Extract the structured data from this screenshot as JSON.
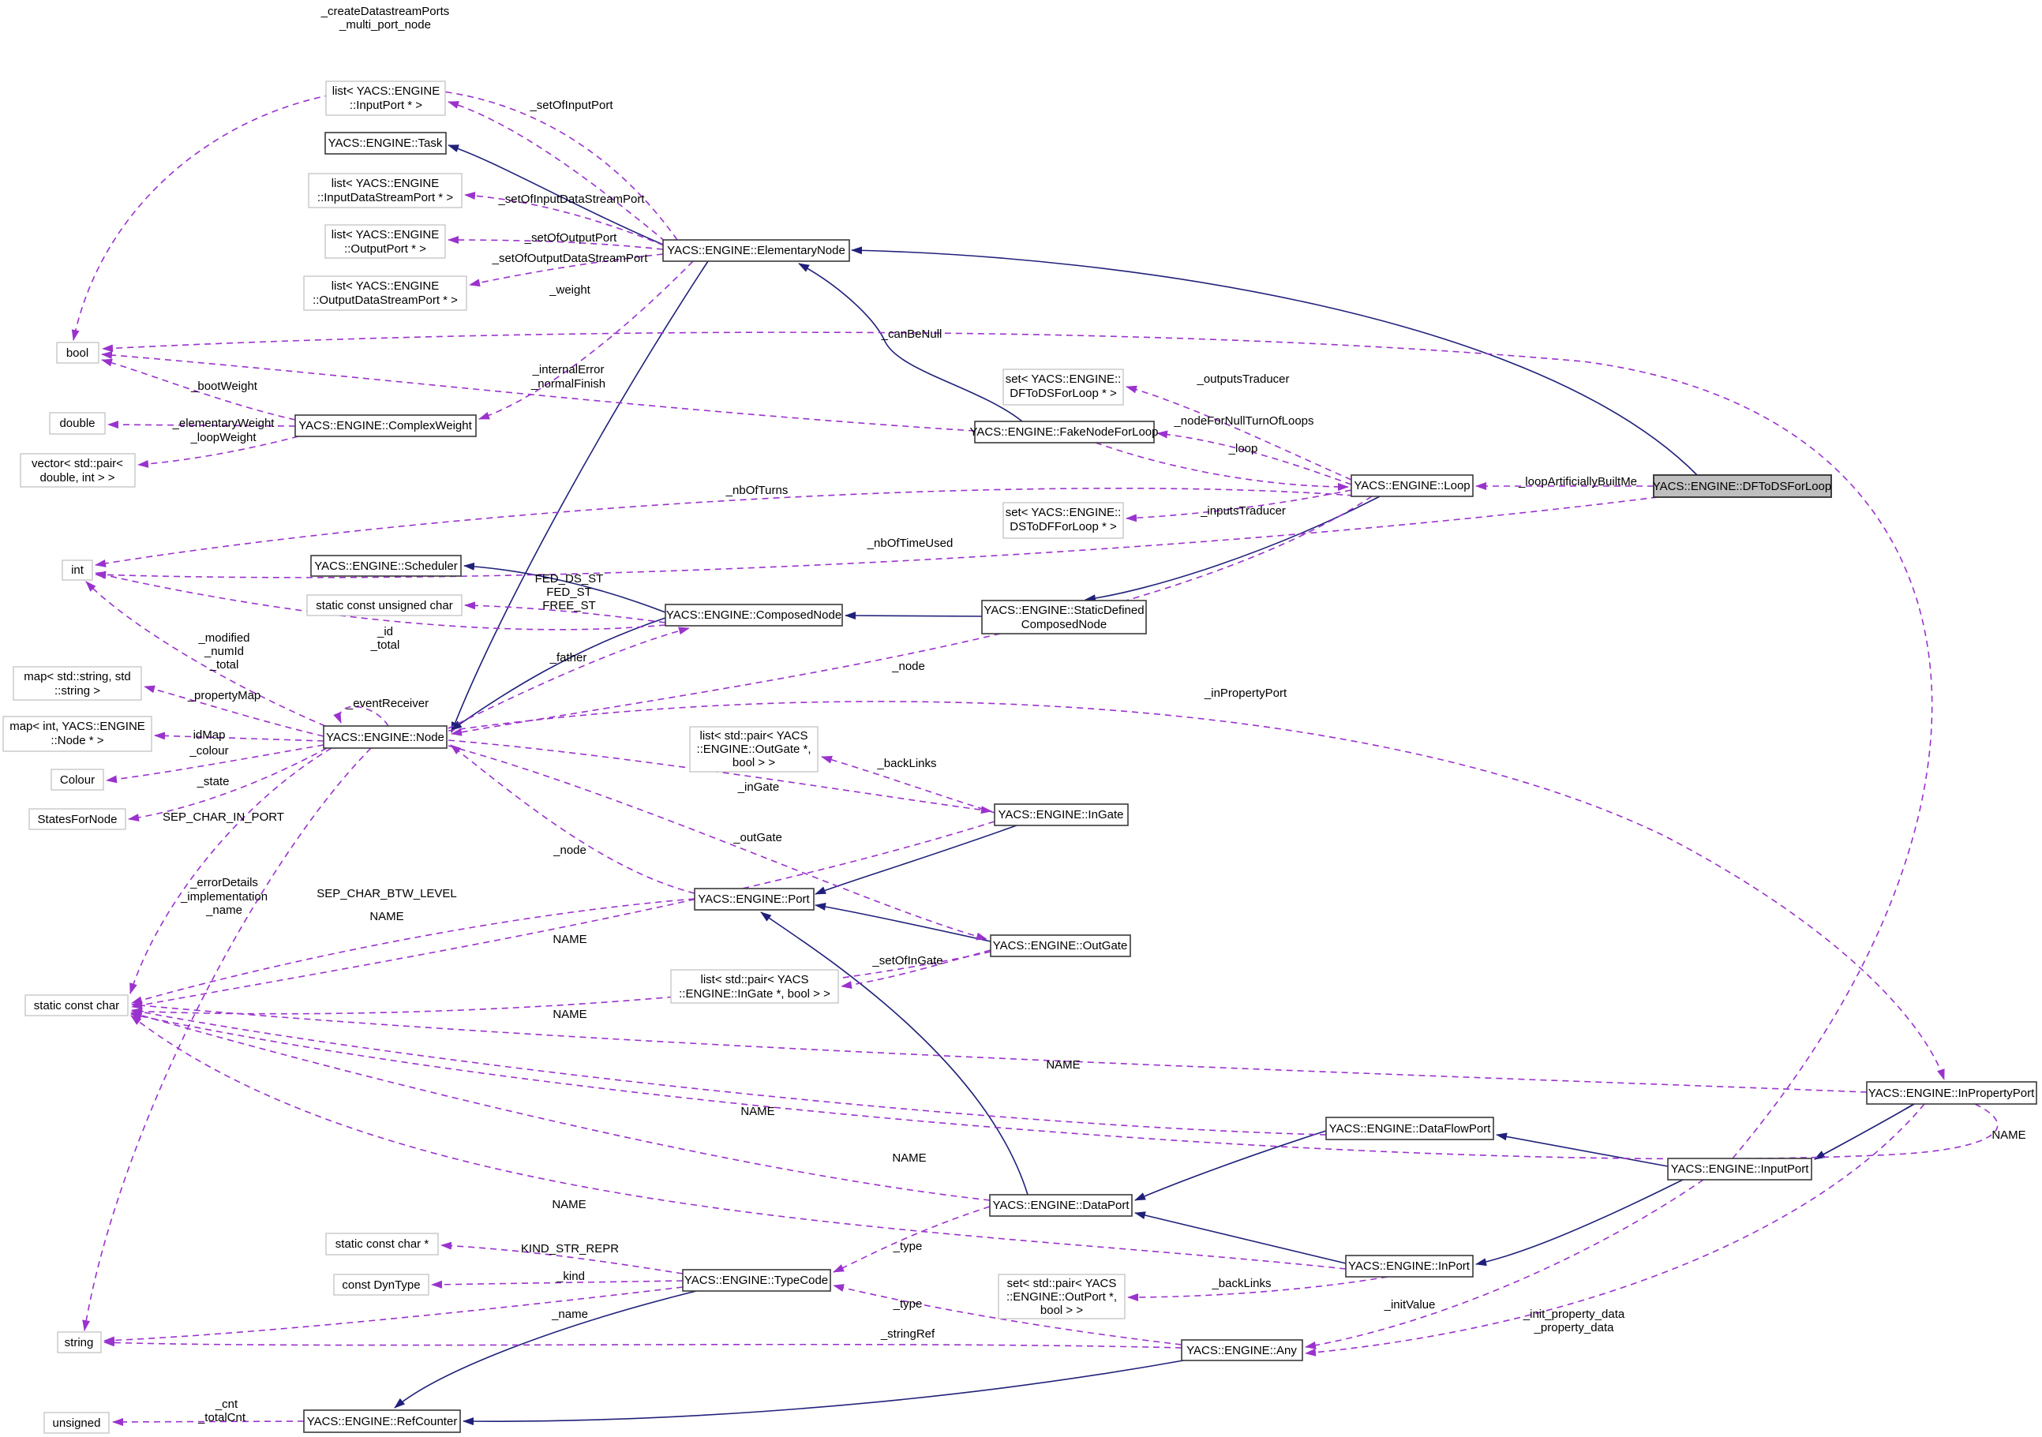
{
  "diagram": {
    "kind": "doxygen-collaboration-graph",
    "focus_class": "YACS::ENGINE::DFToDSForLoop",
    "colors": {
      "inheritance_edge": "#20207a",
      "usage_edge": "#9a32cd",
      "class_border": "#3a3a3a",
      "template_border": "#bfbfbf",
      "focus_fill": "#bfbfbf",
      "background": "#ffffff"
    }
  },
  "nodes": {
    "list_inputport": {
      "l1": "list< YACS::ENGINE",
      "l2": "::InputPort * >"
    },
    "task": {
      "l1": "YACS::ENGINE::Task"
    },
    "list_inputdsport": {
      "l1": "list< YACS::ENGINE",
      "l2": "::InputDataStreamPort * >"
    },
    "list_outputport": {
      "l1": "list< YACS::ENGINE",
      "l2": "::OutputPort * >"
    },
    "list_outputdsport": {
      "l1": "list< YACS::ENGINE",
      "l2": "::OutputDataStreamPort * >"
    },
    "elementarynode": {
      "l1": "YACS::ENGINE::ElementaryNode"
    },
    "bool": {
      "l1": "bool"
    },
    "double": {
      "l1": "double"
    },
    "complexweight": {
      "l1": "YACS::ENGINE::ComplexWeight"
    },
    "vector_pair": {
      "l1": "vector< std::pair<",
      "l2": "double, int > >"
    },
    "int": {
      "l1": "int"
    },
    "scheduler": {
      "l1": "YACS::ENGINE::Scheduler"
    },
    "static_const_uchar": {
      "l1": "static const unsigned char"
    },
    "set_dftods": {
      "l1": "set< YACS::ENGINE::",
      "l2": "DFToDSForLoop * >"
    },
    "fakenode": {
      "l1": "YACS::ENGINE::FakeNodeForLoop"
    },
    "loop": {
      "l1": "YACS::ENGINE::Loop"
    },
    "dftods_main": {
      "l1": "YACS::ENGINE::DFToDSForLoop"
    },
    "set_dstodf": {
      "l1": "set< YACS::ENGINE::",
      "l2": "DSToDFForLoop * >"
    },
    "staticdefined": {
      "l1": "YACS::ENGINE::StaticDefined",
      "l2": "ComposedNode"
    },
    "composednode": {
      "l1": "YACS::ENGINE::ComposedNode"
    },
    "node": {
      "l1": "YACS::ENGINE::Node"
    },
    "map_string": {
      "l1": "map< std::string, std",
      "l2": "::string >"
    },
    "map_int_node": {
      "l1": "map< int, YACS::ENGINE",
      "l2": "::Node * >"
    },
    "colour": {
      "l1": "Colour"
    },
    "statesfornode": {
      "l1": "StatesForNode"
    },
    "list_pair_outgate": {
      "l1": "list< std::pair< YACS",
      "l2": "::ENGINE::OutGate *,",
      "l3": "bool > >"
    },
    "ingate": {
      "l1": "YACS::ENGINE::InGate"
    },
    "port": {
      "l1": "YACS::ENGINE::Port"
    },
    "outgate": {
      "l1": "YACS::ENGINE::OutGate"
    },
    "list_pair_ingate": {
      "l1": "list< std::pair< YACS",
      "l2": "::ENGINE::InGate *, bool > >"
    },
    "static_const_char": {
      "l1": "static const char"
    },
    "inpropertyport": {
      "l1": "YACS::ENGINE::InPropertyPort"
    },
    "dataflowport": {
      "l1": "YACS::ENGINE::DataFlowPort"
    },
    "inputport": {
      "l1": "YACS::ENGINE::InputPort"
    },
    "inport": {
      "l1": "YACS::ENGINE::InPort"
    },
    "dataport": {
      "l1": "YACS::ENGINE::DataPort"
    },
    "static_const_char_star": {
      "l1": "static const char *"
    },
    "const_dyntype": {
      "l1": "const DynType"
    },
    "typecode": {
      "l1": "YACS::ENGINE::TypeCode"
    },
    "set_pair_outport": {
      "l1": "set< std::pair< YACS",
      "l2": "::ENGINE::OutPort *,",
      "l3": "bool > >"
    },
    "any": {
      "l1": "YACS::ENGINE::Any"
    },
    "string": {
      "l1": "string"
    },
    "refcounter": {
      "l1": "YACS::ENGINE::RefCounter"
    },
    "unsigned": {
      "l1": "unsigned"
    }
  },
  "edge_labels": {
    "create_datastream": "_createDatastreamPorts",
    "multi_port_node": "_multi_port_node",
    "set_of_input_port": "_setOfInputPort",
    "set_of_input_ds": "_setOfInputDataStreamPort",
    "set_of_output_port": "_setOfOutputPort",
    "set_of_output_ds": "_setOfOutputDataStreamPort",
    "weight": "_weight",
    "can_be_null": "_canBeNull",
    "internal_error": "_internalError",
    "normal_finish": "_normalFinish",
    "boot_weight": "_bootWeight",
    "elementary_weight": "_elementaryWeight",
    "loop_weight": "_loopWeight",
    "outputs_traducer": "_outputsTraducer",
    "node_for_null": "_nodeForNullTurnOfLoops",
    "loop_member": "_loop",
    "loop_artificially": "_loopArtificiallyBuiltMe",
    "nb_of_turns": "_nbOfTurns",
    "inputs_traducer": "_inputsTraducer",
    "nb_of_time_used": "_nbOfTimeUsed",
    "fed_ds_st": "FED_DS_ST",
    "fed_st": "FED_ST",
    "free_st": "FREE_ST",
    "id": "_id",
    "total_a": "_total",
    "node_a": "_node",
    "node_b": "_node",
    "modified": "_modified",
    "num_id": "_numId",
    "total_b": "_total",
    "in_property_port": "_inPropertyPort",
    "property_map": "_propertyMap",
    "event_receiver": "_eventReceiver",
    "id_map": "idMap",
    "colour": "_colour",
    "state": "_state",
    "back_links_a": "_backLinks",
    "in_gate": "_inGate",
    "sep_char_in_port": "SEP_CHAR_IN_PORT",
    "out_gate": "_outGate",
    "error_details": "_errorDetails",
    "implementation": "_implementation",
    "name_member": "_name",
    "sep_char_btw_level": "SEP_CHAR_BTW_LEVEL",
    "name1": "NAME",
    "name2": "NAME",
    "name3": "NAME",
    "name4": "NAME",
    "name5": "NAME",
    "name6": "NAME",
    "name7": "NAME",
    "name8": "NAME",
    "set_of_in_gate": "_setOfInGate",
    "kind_str_repr": "KIND_STR_REPR",
    "type_a": "_type",
    "kind": "_kind",
    "type_b": "_type",
    "tc_name": "_name",
    "string_ref": "_stringRef",
    "back_links_b": "_backLinks",
    "init_value": "_initValue",
    "init_property_data": "_init_property_data",
    "property_data": "_property_data",
    "cnt": "_cnt",
    "total_cnt": "_totalCnt",
    "father": "_father"
  }
}
